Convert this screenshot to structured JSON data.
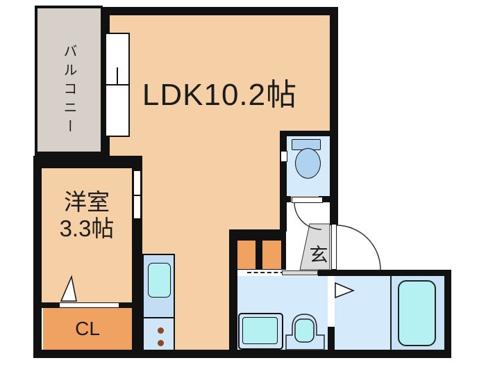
{
  "floorplan": {
    "rooms": {
      "balcony": {
        "label": "バルコニー"
      },
      "ldk": {
        "label": "LDK10.2帖"
      },
      "western": {
        "label_line1": "洋室",
        "label_line2": "3.3帖"
      },
      "closet": {
        "label": "CL"
      },
      "entrance": {
        "label": "玄"
      }
    },
    "colors": {
      "wall": "#111111",
      "room_peach": "#f5cfa5",
      "balcony_gray": "#d7d0c8",
      "closet_orange": "#f0a263",
      "wet_area_blue": "#d5eafa",
      "tub_zone_blue": "#c8e3f6",
      "fixture_blue": "#aed2ef",
      "sink_cyan": "#b5f0f2",
      "kitchen_upper": "#c3ddf4",
      "kitchen_lower": "#cfe5f8",
      "stove_dot_brown": "#8a4a1f",
      "door_white": "#ffffff",
      "genkan_gray": "#dcdcdc"
    }
  }
}
